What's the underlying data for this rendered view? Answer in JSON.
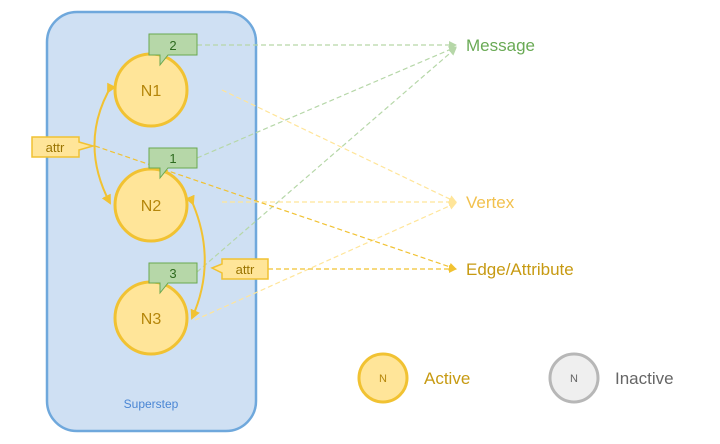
{
  "superstep": {
    "label": "Superstep"
  },
  "nodes": [
    {
      "id": "N1",
      "label": "N1",
      "message": "2"
    },
    {
      "id": "N2",
      "label": "N2",
      "message": "1"
    },
    {
      "id": "N3",
      "label": "N3",
      "message": "3"
    }
  ],
  "attr_tags": [
    {
      "label": "attr"
    },
    {
      "label": "attr"
    }
  ],
  "targets": {
    "message": "Message",
    "vertex": "Vertex",
    "edge": "Edge/Attribute"
  },
  "legend": {
    "active": {
      "symbol": "N",
      "label": "Active"
    },
    "inactive": {
      "symbol": "N",
      "label": "Inactive"
    }
  },
  "colors": {
    "superstep_fill": "#cfe0f3",
    "superstep_border": "#6fa8dc",
    "node_fill": "#ffe599",
    "node_border": "#f1c232",
    "message_fill": "#b6d7a8",
    "message_border": "#6aa84f",
    "inactive_fill": "#efefef",
    "inactive_border": "#b7b7b7"
  }
}
